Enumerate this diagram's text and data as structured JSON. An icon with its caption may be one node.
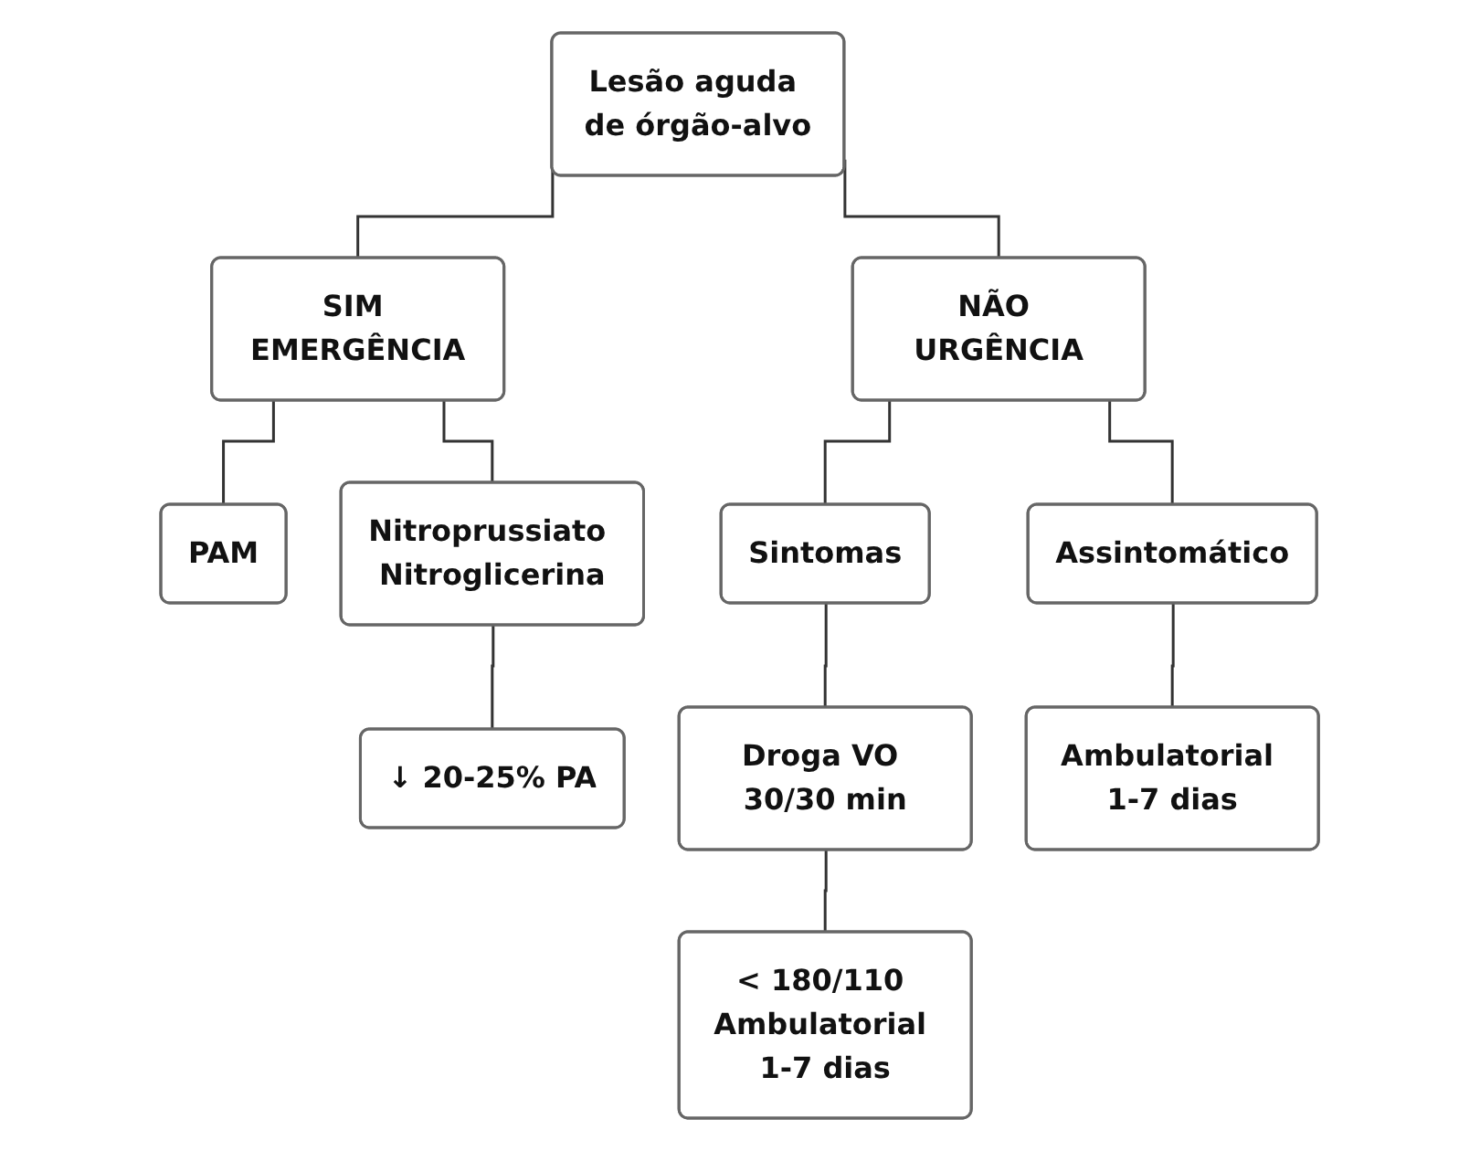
{
  "diagram": {
    "nodes": [
      {
        "text": [
          "Lesão aguda de órgão-alvo"
        ]
      },
      {
        "text": [
          "SIM EMERGÊNCIA"
        ]
      },
      {
        "text": [
          "NÃO URGÊNCIA"
        ]
      },
      {
        "text": [
          "PAM"
        ]
      },
      {
        "text": [
          "Nitroprussiato Nitroglicerina"
        ]
      },
      {
        "text": [
          "↓ 20-25% PA"
        ]
      },
      {
        "text": [
          "Sintomas"
        ]
      },
      {
        "text": [
          "Assintomático"
        ]
      },
      {
        "text": [
          "Droga VO 30/30 min"
        ]
      },
      {
        "text": [
          "Ambulatorial 1-7 dias"
        ]
      },
      {
        "text": [
          "< 180/110 Ambulatorial 1-7 dias"
        ]
      }
    ],
    "edges": [
      {
        "from": 0,
        "to": 1,
        "arrow": "none"
      },
      {
        "from": 0,
        "to": 2,
        "arrow": "none"
      },
      {
        "from": 1,
        "to": 3,
        "arrow": "none"
      },
      {
        "from": 1,
        "to": 4,
        "arrow": "none"
      },
      {
        "from": 4,
        "to": 5,
        "arrow": "none"
      },
      {
        "from": 2,
        "to": 6,
        "arrow": "none"
      },
      {
        "from": 2,
        "to": 7,
        "arrow": "none"
      },
      {
        "from": 6,
        "to": 8,
        "arrow": "none"
      },
      {
        "from": 7,
        "to": 9,
        "arrow": "none"
      },
      {
        "from": 8,
        "to": 10,
        "arrow": "none"
      }
    ]
  }
}
